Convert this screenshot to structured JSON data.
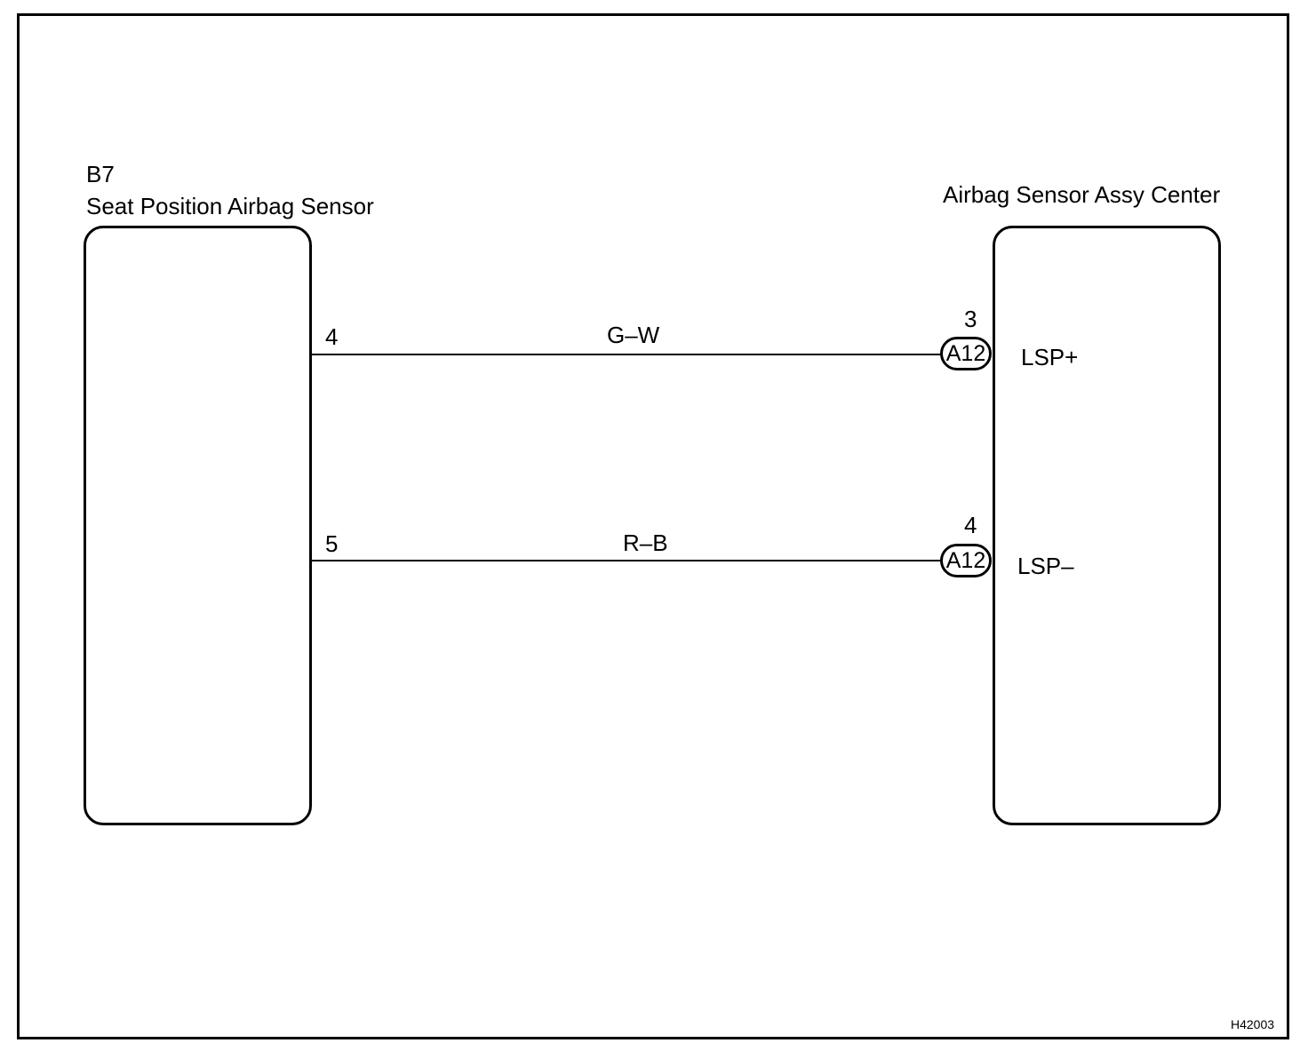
{
  "left_component": {
    "code": "B7",
    "name": "Seat Position Airbag Sensor"
  },
  "right_component": {
    "name": "Airbag Sensor Assy Center"
  },
  "wires": [
    {
      "left_pin": "4",
      "color": "G–W",
      "connector": "A12",
      "right_pin": "3",
      "terminal": "LSP+"
    },
    {
      "left_pin": "5",
      "color": "R–B",
      "connector": "A12",
      "right_pin": "4",
      "terminal": "LSP–"
    }
  ],
  "figure_code": "H42003"
}
